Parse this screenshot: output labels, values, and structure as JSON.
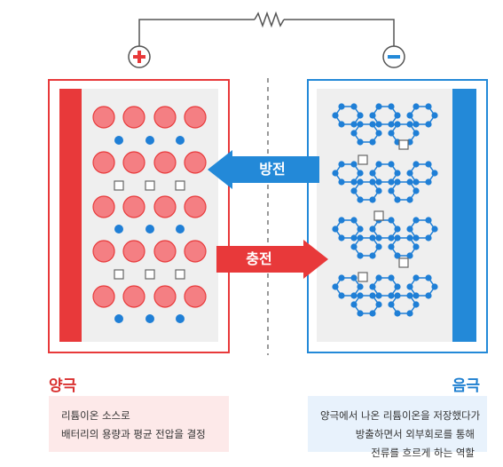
{
  "circuit": {
    "positive_symbol": "+",
    "negative_symbol": "−"
  },
  "arrows": {
    "discharge": "방전",
    "charge": "충전"
  },
  "cathode": {
    "title": "양극",
    "description": [
      "리튬이온 소스로",
      "배터리의 용량과 평균 전압을 결정"
    ]
  },
  "anode": {
    "title": "음극",
    "description": [
      "양극에서 나온 리튬이온을 저장했다가",
      "방출하면서 외부회로를 통해",
      "전류를 흐르게 하는 역할"
    ]
  },
  "colors": {
    "cathode": "#e8393a",
    "anode": "#2389d8",
    "lithium_ion": "#1f7fd6",
    "atom": "#f47f83",
    "panel_bg": "#efefef"
  }
}
